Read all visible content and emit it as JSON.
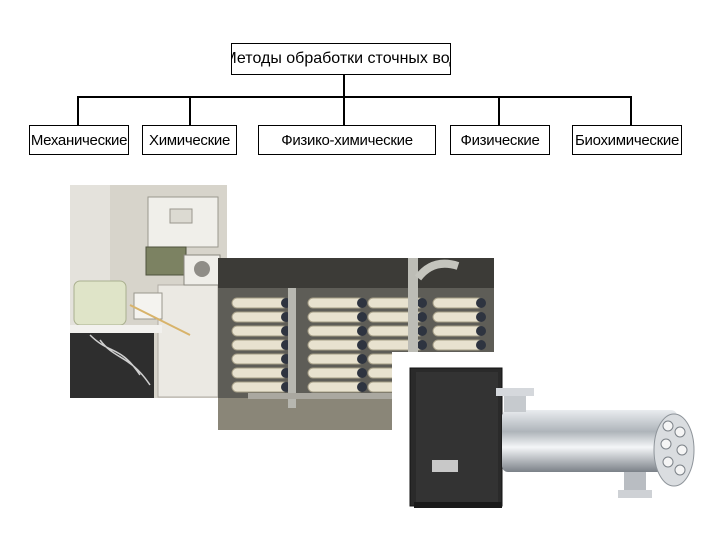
{
  "diagram": {
    "root_label": "Методы обработки сточных вод",
    "methods": [
      {
        "label": "Механические"
      },
      {
        "label": "Химические"
      },
      {
        "label": "Физико-химические"
      },
      {
        "label": "Физические"
      },
      {
        "label": "Биохимические"
      }
    ]
  },
  "photos": [
    {
      "name": "chemical-dosing-lab-setup"
    },
    {
      "name": "membrane-filtration-plant"
    },
    {
      "name": "uv-disinfection-unit"
    }
  ]
}
